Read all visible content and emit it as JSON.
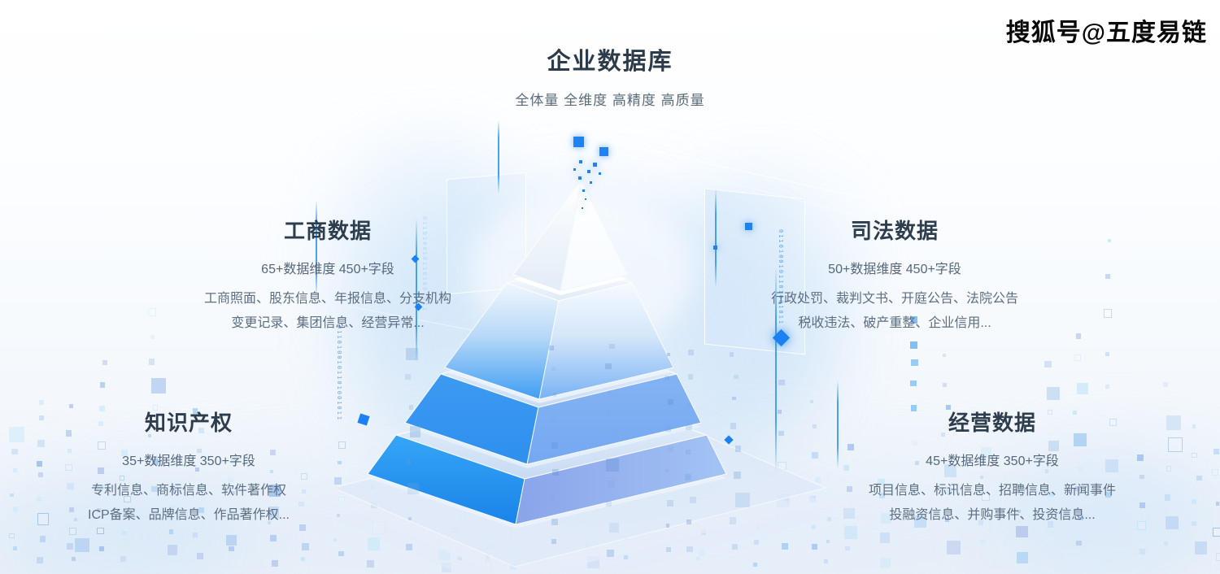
{
  "watermark": {
    "text": "搜狐号@五度易链"
  },
  "header": {
    "title": "企业数据库",
    "subtitle": "全体量 全维度 高精度 高质量"
  },
  "sections": [
    {
      "id": "business",
      "title": "工商数据",
      "stats": "65+数据维度 450+字段",
      "lines": [
        "工商照面、股东信息、年报信息、分支机构",
        "变更记录、集团信息、经营异常..."
      ]
    },
    {
      "id": "judicial",
      "title": "司法数据",
      "stats": "50+数据维度 450+字段",
      "lines": [
        "行政处罚、裁判文书、开庭公告、法院公告",
        "税收违法、破产重整、企业信用..."
      ]
    },
    {
      "id": "ip",
      "title": "知识产权",
      "stats": "35+数据维度 350+字段",
      "lines": [
        "专利信息、商标信息、软件著作权",
        "ICP备案、品牌信息、作品著作权..."
      ]
    },
    {
      "id": "operating",
      "title": "经营数据",
      "stats": "45+数据维度 350+字段",
      "lines": [
        "项目信息、标讯信息、招聘信息、新闻事件",
        "投融资信息、并购事件、投资信息..."
      ]
    }
  ],
  "pyramid": {
    "tier_count": 4,
    "description": "four-tier 3D glass data pyramid on a light platform"
  },
  "decor": {
    "binary_string": "0110100101101001011"
  },
  "colors": {
    "accent_blue": "#1f82f0",
    "pyramid_bright_blue": "#2e8fee",
    "pyramid_periwinkle": "#8aa4ea",
    "title_text": "#2c3b4a",
    "body_text": "#5d6e83",
    "pixel_light_blue": "#b9d6f3"
  }
}
